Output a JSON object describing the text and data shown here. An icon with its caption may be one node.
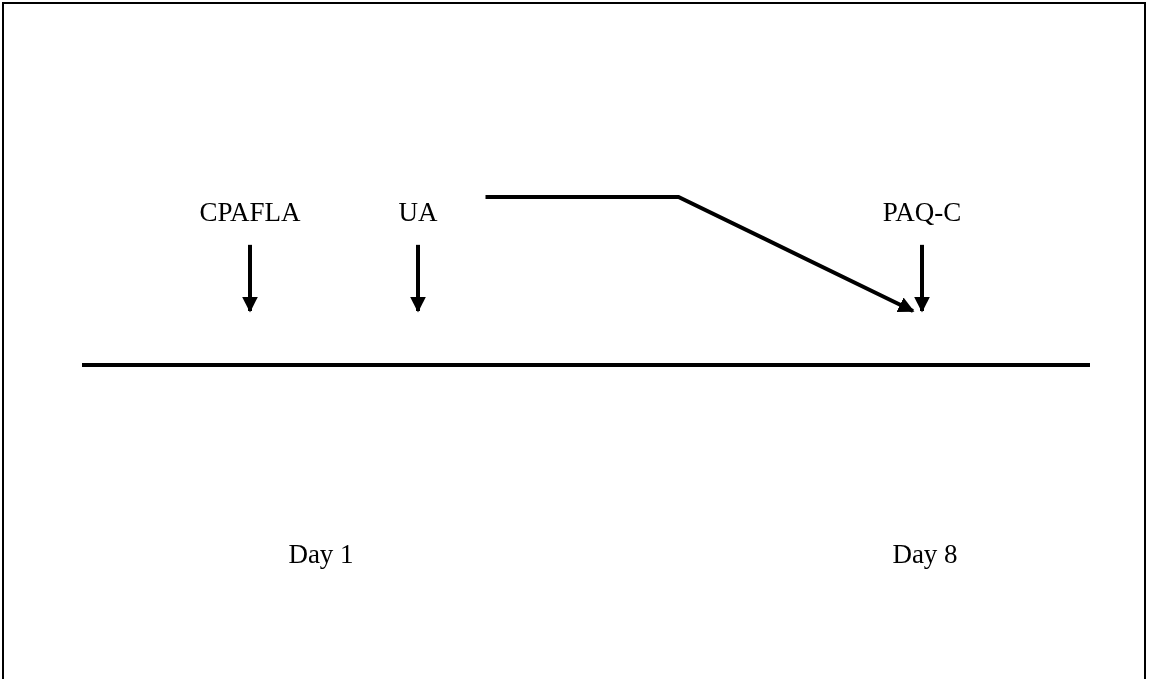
{
  "diagram": {
    "nodes": [
      {
        "text": [
          "CPAFLA"
        ]
      },
      {
        "text": [
          "UA"
        ]
      },
      {
        "text": [
          "PAQ-C"
        ]
      },
      {
        "text": [],
        "shape": "bar"
      }
    ],
    "edges": [
      {
        "from": 0,
        "to": 3,
        "arrow": "to"
      },
      {
        "from": 1,
        "to": 3,
        "arrow": "to"
      },
      {
        "from": 1,
        "to": 3,
        "arrow": "to"
      },
      {
        "from": 2,
        "to": 3,
        "arrow": "to"
      }
    ],
    "labels": [
      "Day 1",
      "Day 8"
    ]
  }
}
